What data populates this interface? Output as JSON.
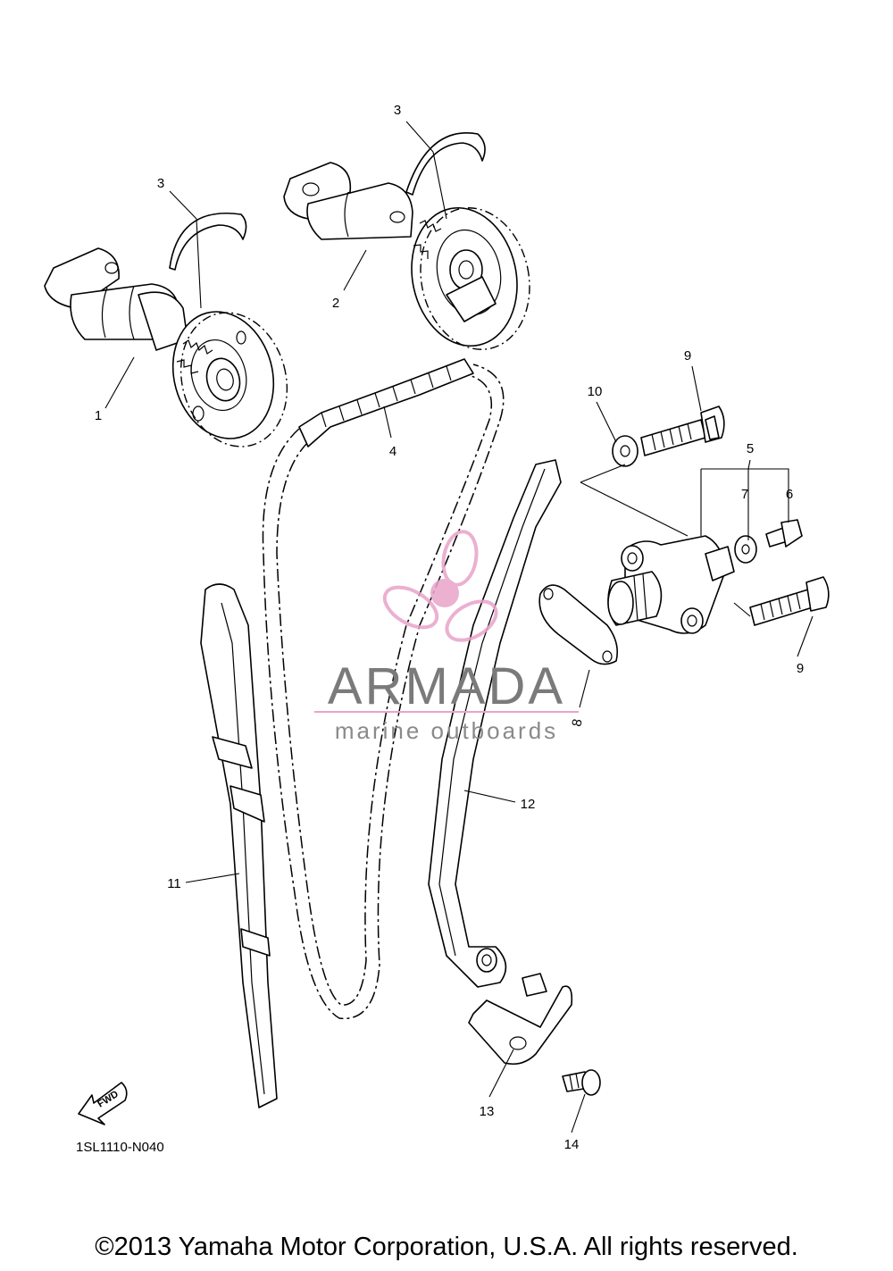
{
  "diagram_code": "1SL1110-N040",
  "copyright": "©2013 Yamaha Motor Corporation, U.S.A. All rights reserved.",
  "watermark": {
    "title": "ARMADA",
    "subtitle": "marine outboards",
    "logo_color": "#e9a3c9"
  },
  "fwd_label": "FWD",
  "callouts": {
    "c1": "1",
    "c2": "2",
    "c3a": "3",
    "c3b": "3",
    "c4": "4",
    "c5": "5",
    "c6": "6",
    "c7": "7",
    "c8": "8",
    "c9a": "9",
    "c9b": "9",
    "c10": "10",
    "c11": "11",
    "c12": "12",
    "c13": "13",
    "c14": "14"
  }
}
